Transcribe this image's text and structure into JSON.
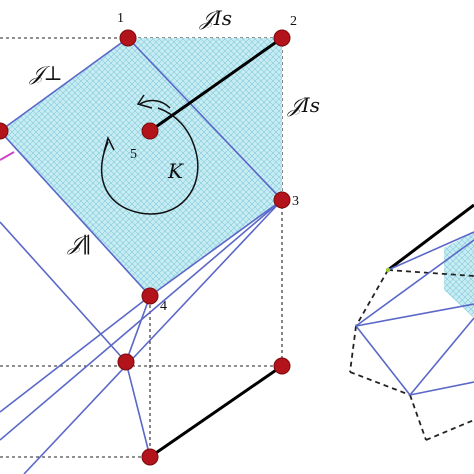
{
  "labels": {
    "j_perp": "𝒥⊥",
    "j_is_top": "𝒥Is",
    "j_is_right": "𝒥Is",
    "j_par": "𝒥‖",
    "kitaev": "K"
  },
  "nodes": [
    {
      "id": "1",
      "label": "1"
    },
    {
      "id": "2",
      "label": "2"
    },
    {
      "id": "3",
      "label": "3"
    },
    {
      "id": "4",
      "label": "4"
    },
    {
      "id": "5",
      "label": "5"
    }
  ],
  "colors": {
    "node": "#b3131a",
    "bond": "#5a68c8",
    "plaquette_fill": "#c9ecf3",
    "hatch": "#7fc9dc",
    "ising_bond": "#000000",
    "accent_green": "#9acd32"
  }
}
